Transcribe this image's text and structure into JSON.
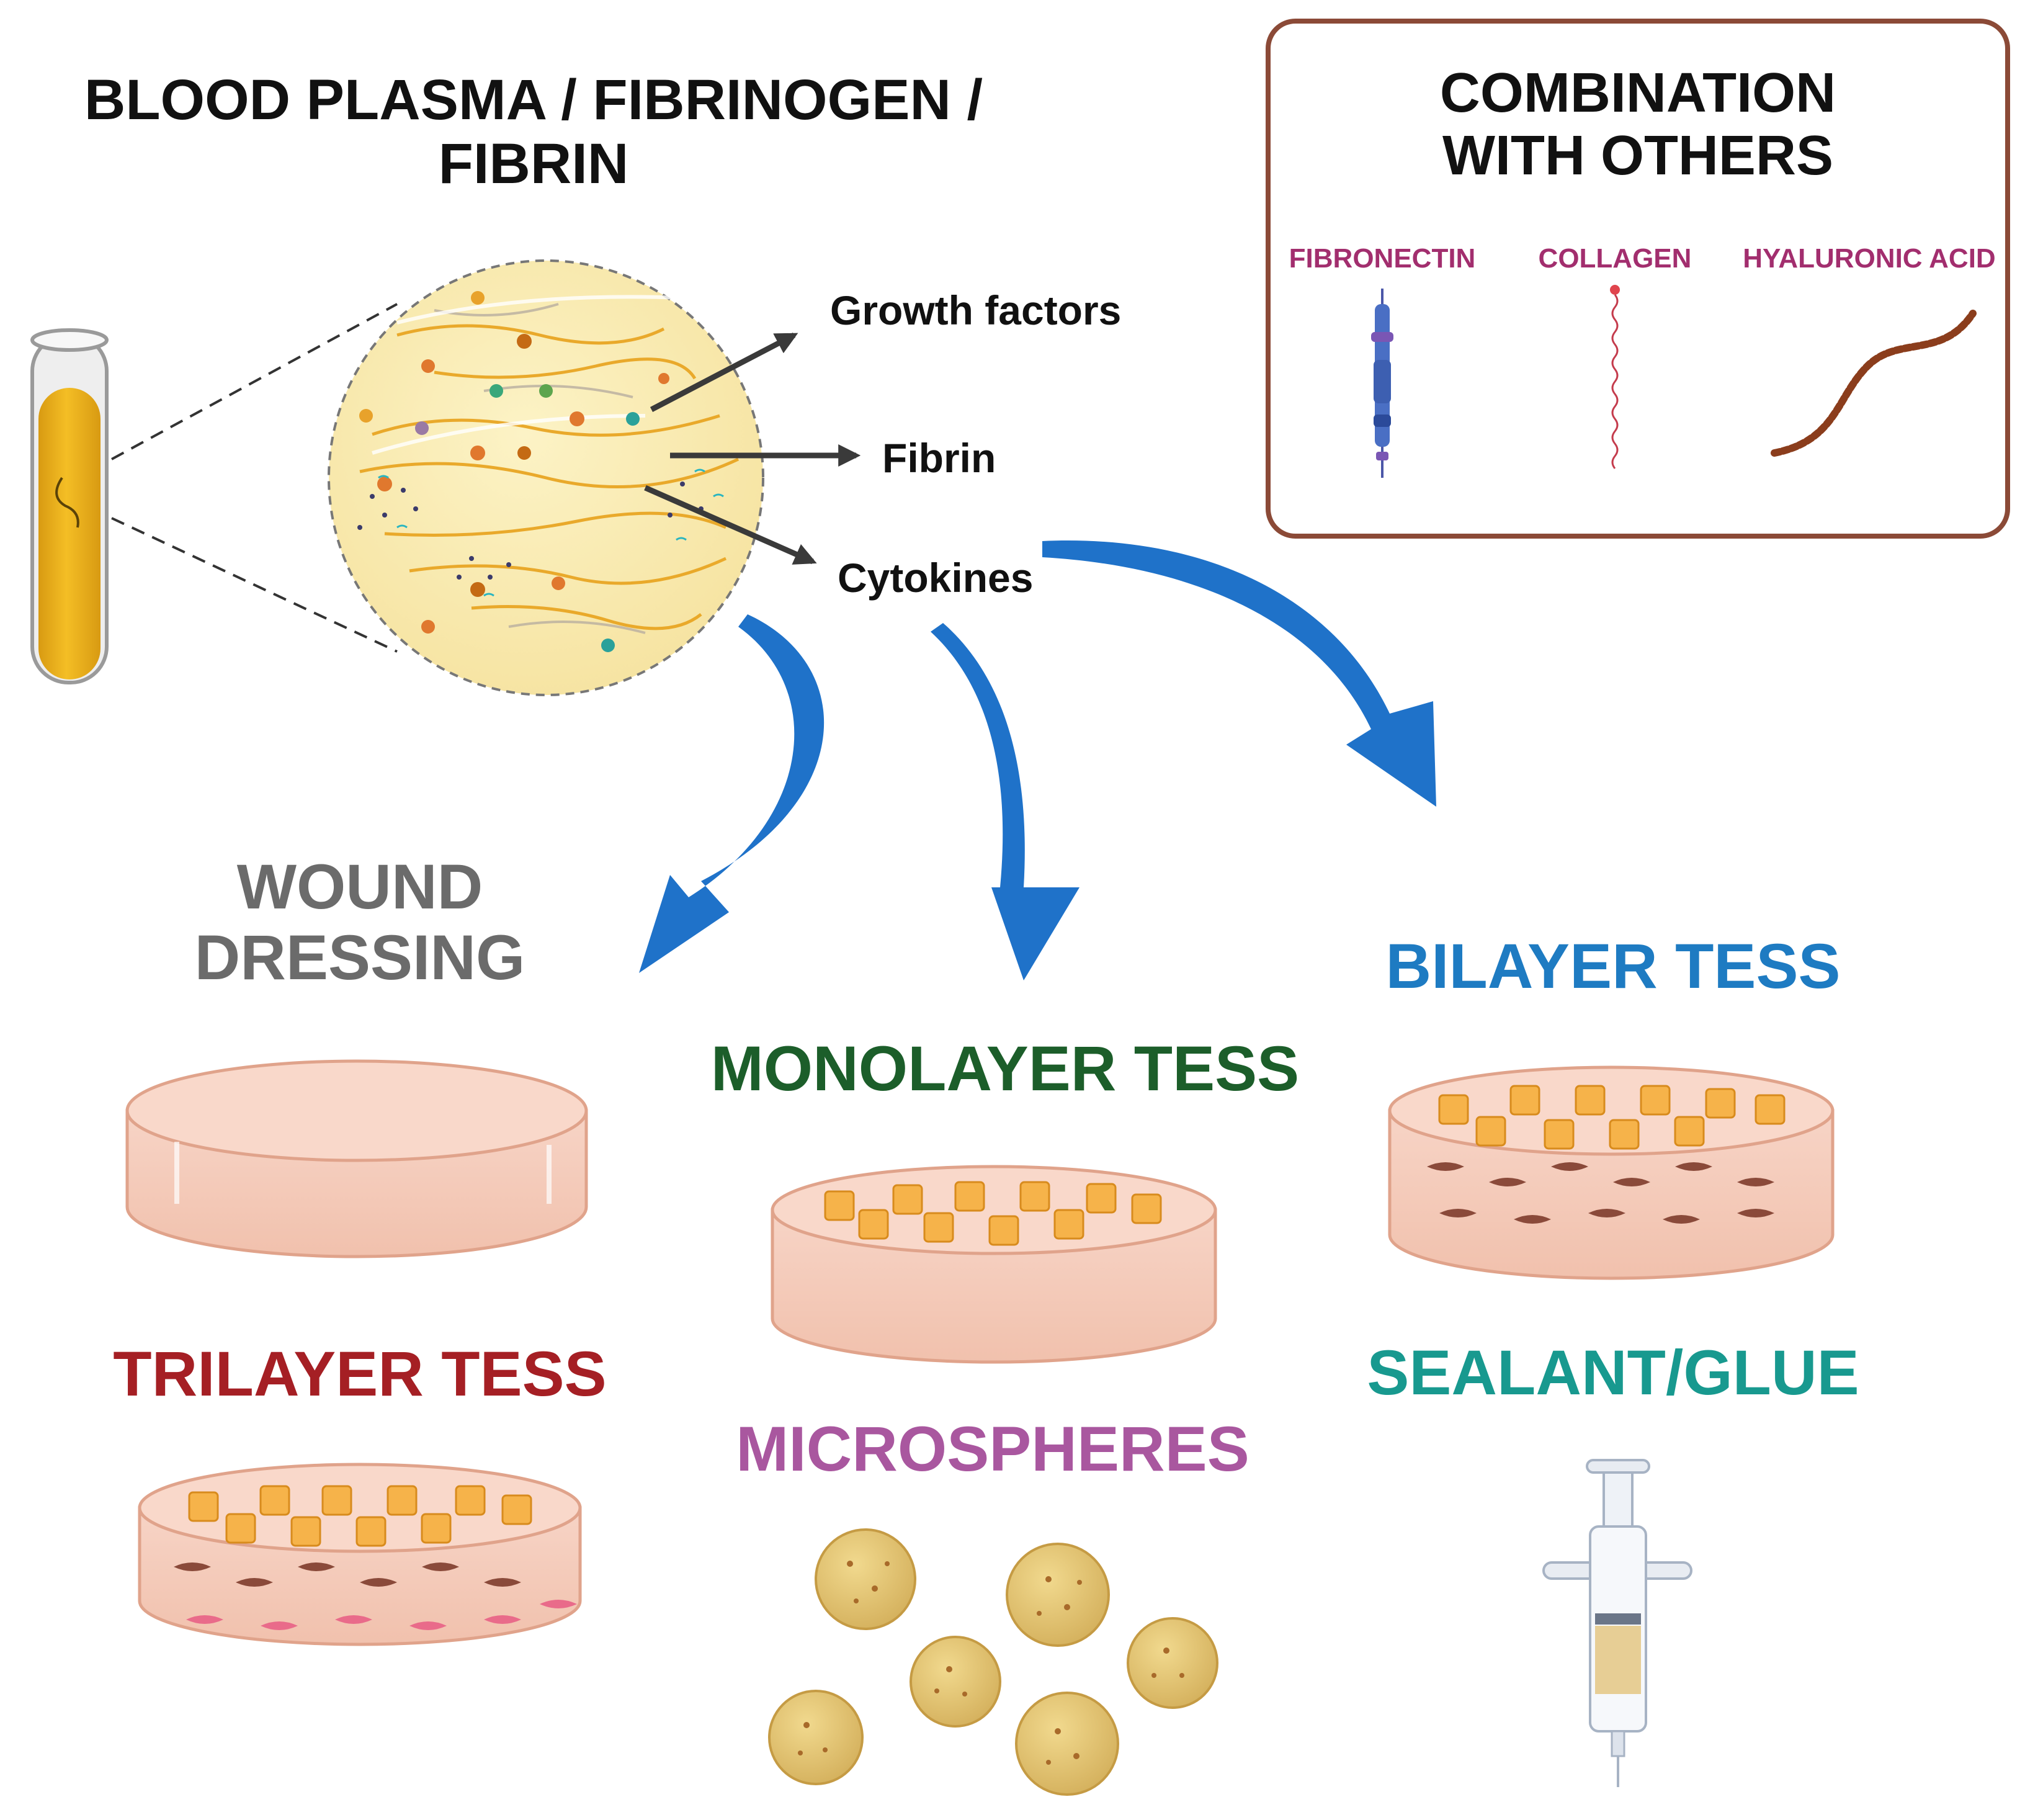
{
  "main_title": {
    "line1": "BLOOD PLASMA / FIBRINOGEN /",
    "line2": "FIBRIN"
  },
  "callouts": {
    "growth_factors": "Growth factors",
    "fibrin": "Fibrin",
    "cytokines": "Cytokines"
  },
  "combination": {
    "title_line1": "COMBINATION",
    "title_line2": "WITH OTHERS",
    "items": [
      "FIBRONECTIN",
      "COLLAGEN",
      "HYALURONIC ACID"
    ]
  },
  "applications": {
    "wound_dressing_line1": "WOUND",
    "wound_dressing_line2": "DRESSING",
    "monolayer": "MONOLAYER TESS",
    "bilayer": "BILAYER TESS",
    "trilayer": "TRILAYER TESS",
    "microspheres": "MICROSPHERES",
    "sealant": "SEALANT/GLUE"
  },
  "colors": {
    "wound": "#6b6b6b",
    "monolayer": "#1c5e2a",
    "bilayer": "#1e7bc2",
    "trilayer": "#a51f24",
    "microspheres": "#a9579f",
    "sealant": "#18998f",
    "arrow_blue": "#1f72c9",
    "combo_border": "#8b4a37",
    "combo_text": "#a22e6e"
  }
}
